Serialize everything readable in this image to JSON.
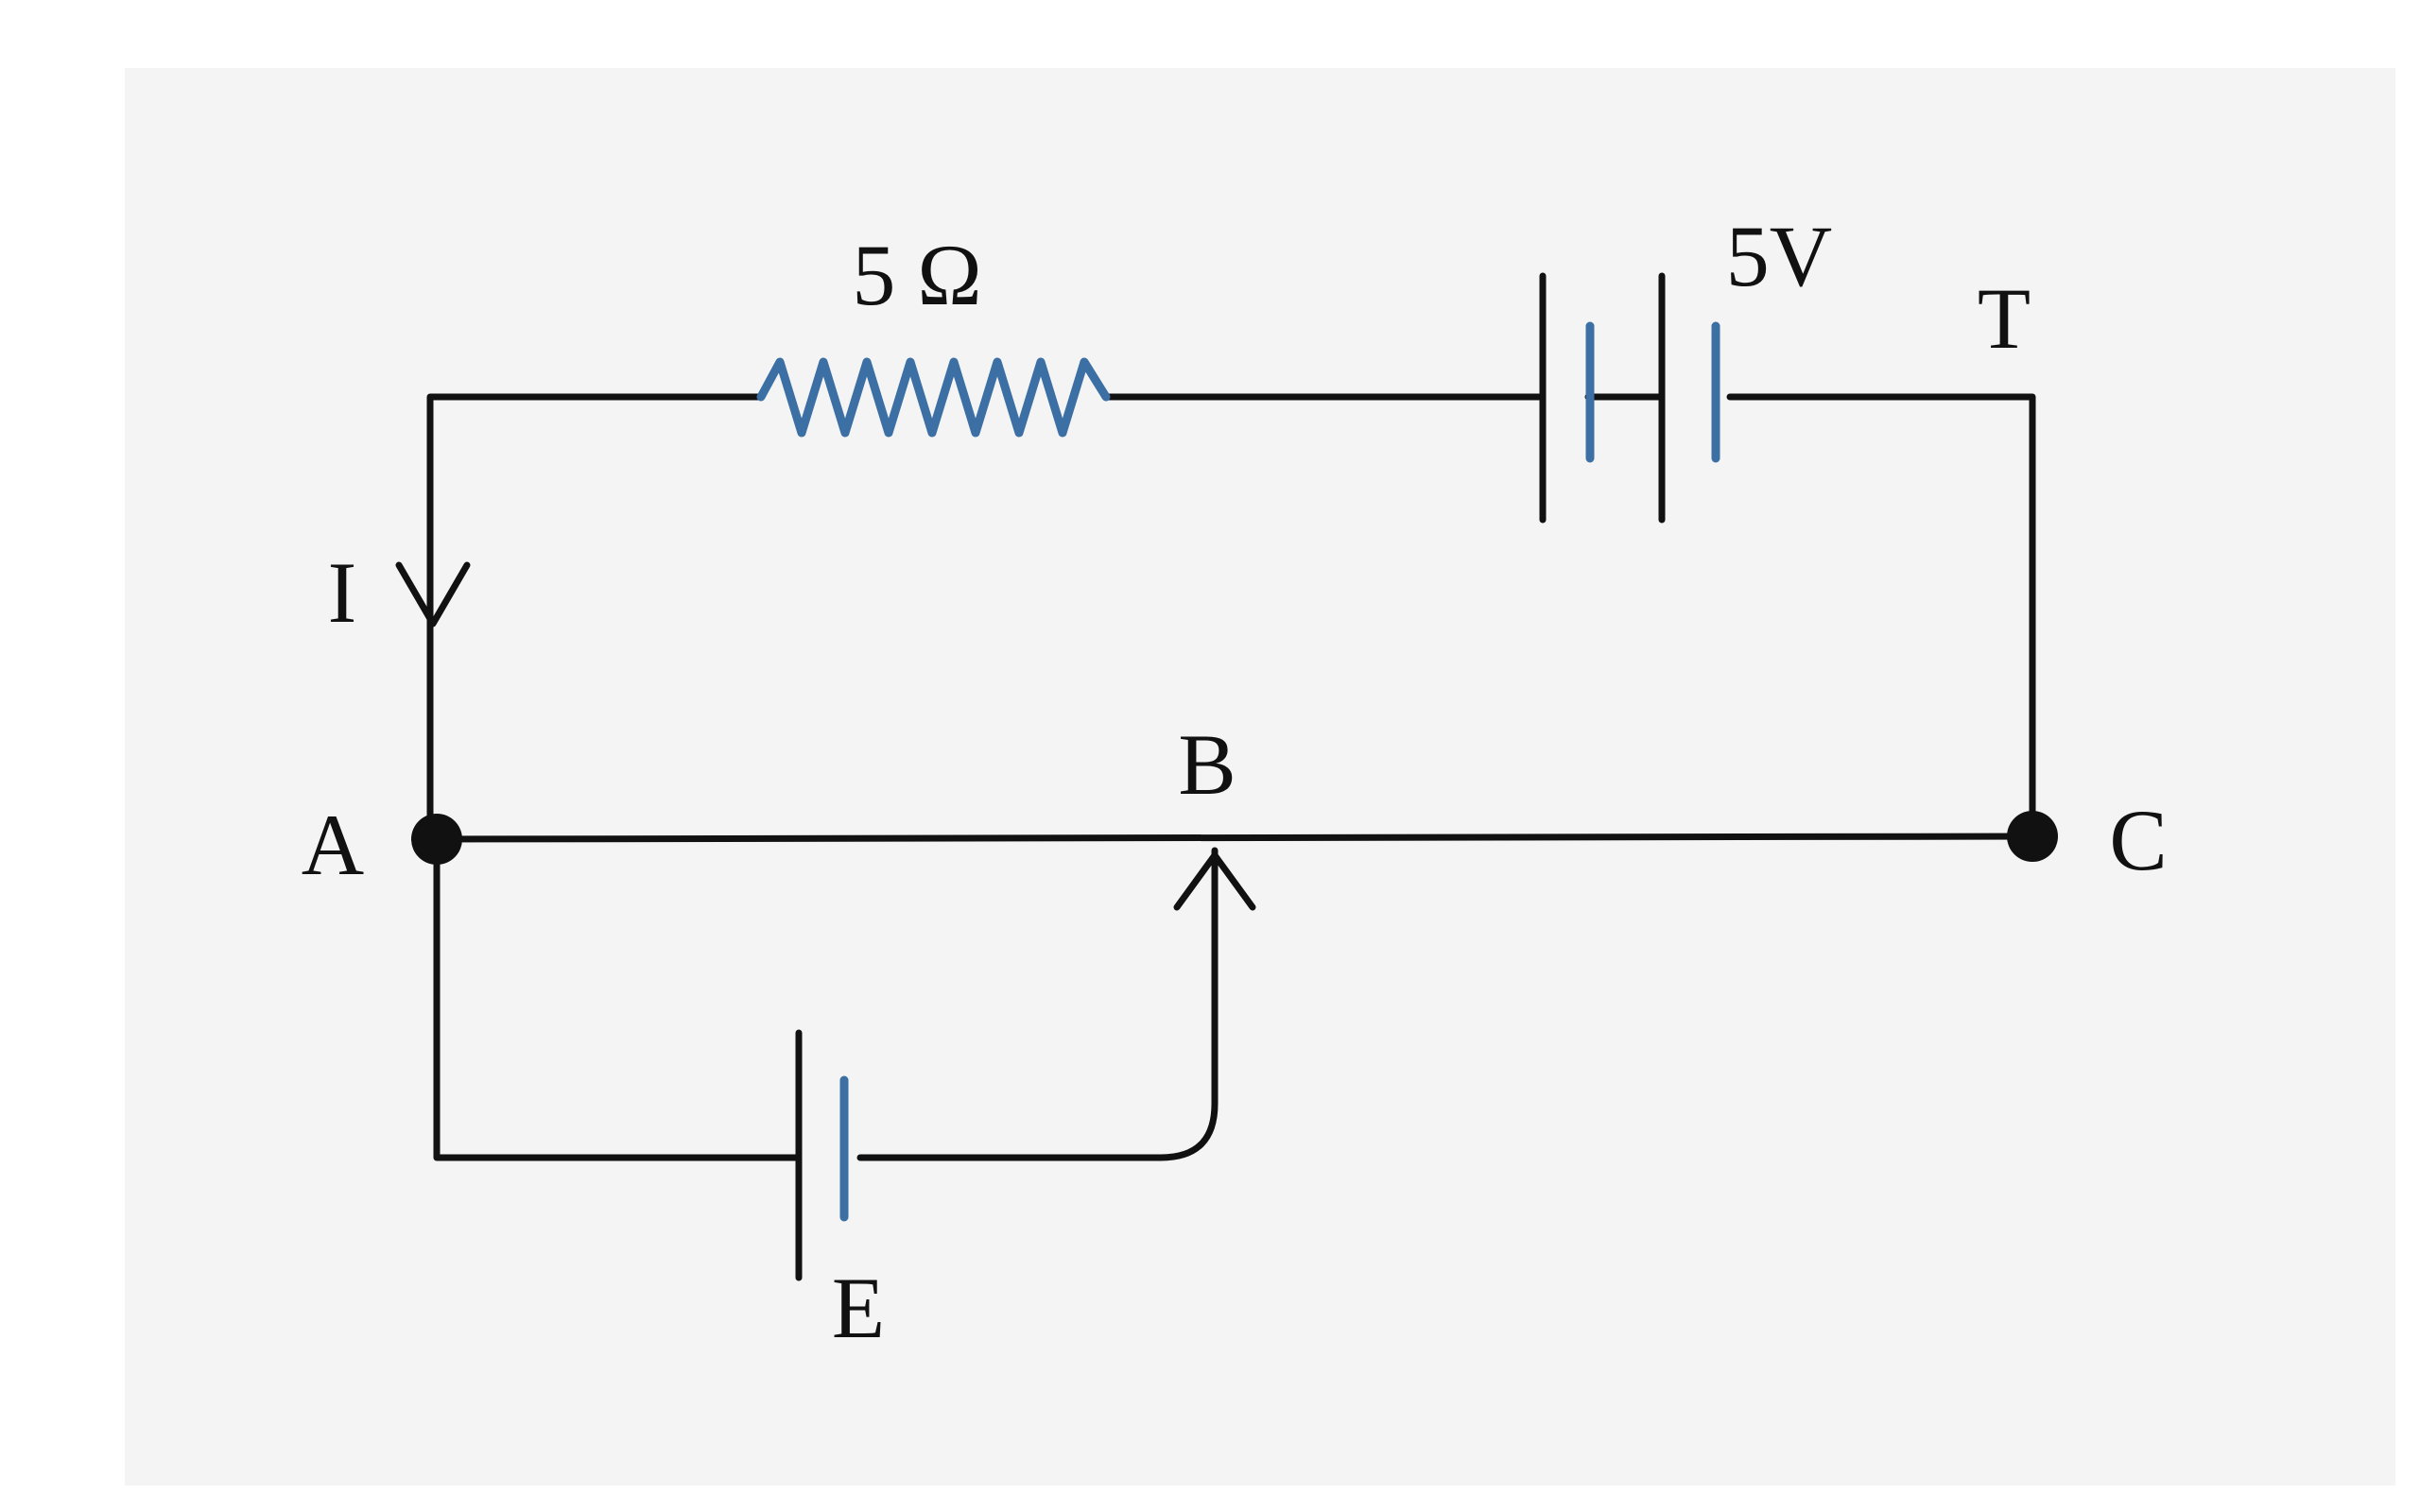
{
  "labels": {
    "resistor": "5 Ω",
    "battery": "5V",
    "terminal_t": "T",
    "current": "I",
    "node_a": "A",
    "node_b": "B",
    "node_c": "C",
    "cell": "E"
  },
  "colors": {
    "wire": "#111111",
    "component": "#3c6fa3",
    "background": "#f4f4f4"
  }
}
